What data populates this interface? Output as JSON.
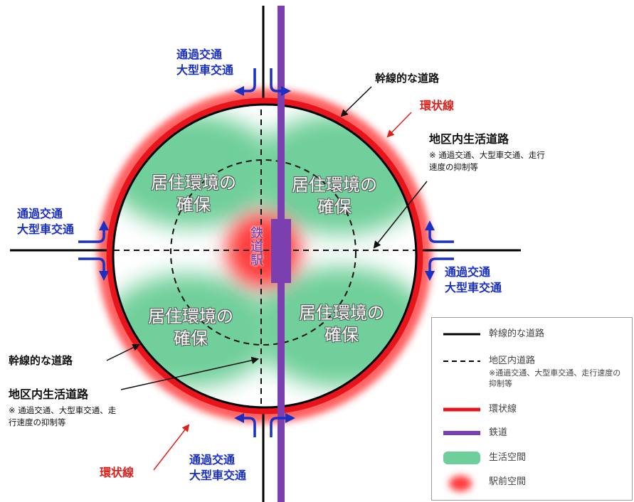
{
  "zones": {
    "top_left": [
      "居住環境の",
      "確保"
    ],
    "top_right": [
      "居住環境の",
      "確保"
    ],
    "bottom_left": [
      "居住環境の",
      "確保"
    ],
    "bottom_right": [
      "居住環境の",
      "確保"
    ]
  },
  "station_label": "鉄道駅",
  "traffic": {
    "top": [
      "通過交通",
      "大型車交通"
    ],
    "left": [
      "通過交通",
      "大型車交通"
    ],
    "right": [
      "通過交通",
      "大型車交通"
    ],
    "bottom": [
      "通過交通",
      "大型車交通"
    ]
  },
  "callouts": {
    "arterial_top": "幹線的な道路",
    "ring_top": "環状線",
    "local_road_top": "地区内生活道路",
    "local_note_top": "※ 通過交通、大型車交通、走行速度の抑制等",
    "arterial_left": "幹線的な道路",
    "local_road_left": "地区内生活道路",
    "local_note_left": "※ 通過交通、大型車交通、走行速度の抑制等",
    "ring_bottom": "環状線"
  },
  "legend": [
    {
      "label": "幹線的な道路",
      "symbol": "solid-black-line"
    },
    {
      "label": "地区内道路",
      "note": "※通過交通、大型車交通、走行速度の抑制等",
      "symbol": "dashed-black-line"
    },
    {
      "label": "環状線",
      "symbol": "red-line"
    },
    {
      "label": "鉄道",
      "symbol": "purple-line"
    },
    {
      "label": "生活空間",
      "symbol": "green-blob"
    },
    {
      "label": "駅前空間",
      "symbol": "red-blob"
    }
  ],
  "colors": {
    "ring": "#e8141c",
    "railway": "#7b3fb0",
    "living_space": "#6fcf9a",
    "station_space": "#ff3b3b",
    "traffic_arrow": "#1a2fc4",
    "arterial": "#000000"
  }
}
